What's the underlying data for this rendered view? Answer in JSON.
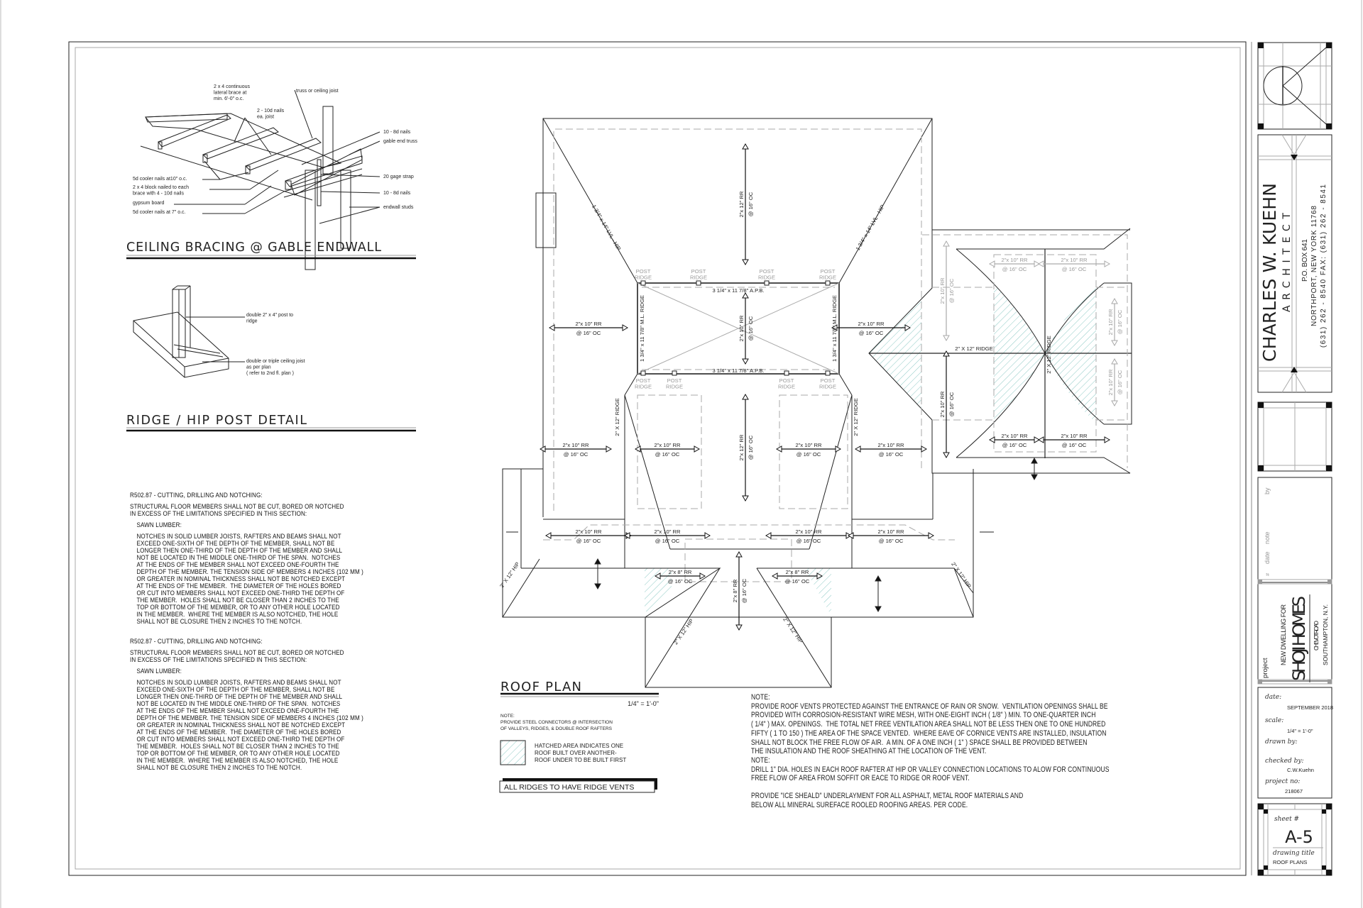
{
  "details": {
    "ceiling_bracing": {
      "title": "CEILING BRACING @ GABLE ENDWALL",
      "callouts": [
        [
          "2 x 4 continuous",
          "lateral brace at",
          "min. 6'-0\" o.c."
        ],
        [
          "truss or ceiling joist"
        ],
        [
          "2 - 10d nails",
          "ea. joist"
        ],
        [
          "10 - 8d nails"
        ],
        [
          "gable end truss"
        ],
        [
          "20 gage strap"
        ],
        [
          "10 - 8d nails"
        ],
        [
          "endwall studs"
        ],
        [
          "5d cooler nails at10\" o.c."
        ],
        [
          "2 x 4 block nailed to each",
          "brace with 4 - 10d nails"
        ],
        [
          "gypsum board"
        ],
        [
          "5d cooler nails at 7\" o.c."
        ]
      ]
    },
    "post_detail": {
      "title": "RIDGE / HIP POST DETAIL",
      "callouts": [
        [
          "double 2\" x 4\" post to",
          "ridge"
        ],
        [
          "double or triple ceiling joist",
          "as per plan",
          "( refer to 2nd fl. plan )"
        ]
      ]
    }
  },
  "code_notes": [
    {
      "heading": "R502.87 - CUTTING, DRILLING AND NOTCHING:",
      "intro": [
        "STRUCTURAL FLOOR MEMBERS SHALL NOT BE CUT, BORED OR NOTCHED",
        "IN EXCESS OF THE LIMITATIONS SPECIFIED IN THIS SECTION:"
      ],
      "subheading": "SAWN LUMBER:",
      "body": [
        "NOTCHES IN SOLID LUMBER JOISTS, RAFTERS AND BEAMS SHALL NOT",
        "EXCEED ONE-SIXTH OF THE DEPTH OF THE MEMBER, SHALL NOT BE",
        "LONGER THEN ONE-THIRD OF THE DEPTH OF THE MEMBER AND SHALL",
        "NOT BE LOCATED IN THE MIDDLE ONE-THIRD OF THE SPAN.  NOTCHES",
        "AT THE ENDS OF THE MEMBER SHALL NOT EXCEED ONE-FOURTH THE",
        "DEPTH OF THE MEMBER. THE TENSION SIDE OF MEMBERS 4 INCHES (102 MM )",
        "OR GREATER IN NOMINAL THICKNESS SHALL NOT BE NOTCHED EXCEPT",
        "AT THE ENDS OF THE MEMBER.  THE DIAMETER OF THE HOLES BORED",
        "OR CUT INTO MEMBERS SHALL NOT EXCEED ONE-THIRD THE DEPTH OF",
        "THE MEMBER.  HOLES SHALL NOT BE CLOSER THAN 2 INCHES TO THE",
        "TOP OR BOTTOM OF THE MEMBER, OR TO ANY OTHER HOLE LOCATED",
        "IN THE MEMBER.  WHERE THE MEMBER IS ALSO NOTCHED, THE HOLE",
        "SHALL NOT BE CLOSURE THEN 2 INCHES TO THE NOTCH."
      ]
    },
    {
      "heading": "R502.87 - CUTTING, DRILLING AND NOTCHING:",
      "intro": [
        "STRUCTURAL FLOOR MEMBERS SHALL NOT BE CUT, BORED OR NOTCHED",
        "IN EXCESS OF THE LIMITATIONS SPECIFIED IN THIS SECTION:"
      ],
      "subheading": "SAWN LUMBER:",
      "body": [
        "NOTCHES IN SOLID LUMBER JOISTS, RAFTERS AND BEAMS SHALL NOT",
        "EXCEED ONE-SIXTH OF THE DEPTH OF THE MEMBER, SHALL NOT BE",
        "LONGER THEN ONE-THIRD OF THE DEPTH OF THE MEMBER AND SHALL",
        "NOT BE LOCATED IN THE MIDDLE ONE-THIRD OF THE SPAN.  NOTCHES",
        "AT THE ENDS OF THE MEMBER SHALL NOT EXCEED ONE-FOURTH THE",
        "DEPTH OF THE MEMBER. THE TENSION SIDE OF MEMBERS 4 INCHES (102 MM )",
        "OR GREATER IN NOMINAL THICKNESS SHALL NOT BE NOTCHED EXCEPT",
        "AT THE ENDS OF THE MEMBER.  THE DIAMETER OF THE HOLES BORED",
        "OR CUT INTO MEMBERS SHALL NOT EXCEED ONE-THIRD THE DEPTH OF",
        "THE MEMBER.  HOLES SHALL NOT BE CLOSER THAN 2 INCHES TO THE",
        "TOP OR BOTTOM OF THE MEMBER, OR TO ANY OTHER HOLE LOCATED",
        "IN THE MEMBER.  WHERE THE MEMBER IS ALSO NOTCHED, THE HOLE",
        "SHALL NOT BE CLOSURE THEN 2 INCHES TO THE NOTCH."
      ]
    }
  ],
  "roof_plan": {
    "title": "ROOF PLAN",
    "scale": "1/4\" = 1'-0\"",
    "note_label": "NOTE:",
    "note_lines": [
      "PROVIDE STEEL CONNECTORS @ INTERSECTION",
      "OF VALLEYS, RIDGES, & DOUBLE ROOF RAFTERS"
    ],
    "hatch_legend": [
      "HATCHED AREA INDICATES ONE",
      "ROOF BUILT OVER ANOTHER-",
      "ROOF UNDER TO BE BUILT FIRST"
    ],
    "ridge_vents": "ALL RIDGES TO HAVE RIDGE VENTS",
    "hatch_color": "#8cc9c4",
    "rafter_labels": [
      {
        "size": "2\"x 10\" RR",
        "spacing": "@ 16\" OC"
      },
      {
        "size": "2\"x 10\" RR",
        "spacing": "@ 16\" OC"
      },
      {
        "size": "2\"x 12\" RR",
        "spacing": "@ 16\" OC"
      },
      {
        "size": "2\"x 10\" RR",
        "spacing": "@ 16\" OC"
      },
      {
        "size": "2\"x 12\" RR",
        "spacing": "@ 16\" OC"
      },
      {
        "size": "2\"x 10\" RR",
        "spacing": "@ 16\" OC"
      },
      {
        "size": "2\"x 10\" RR",
        "spacing": "@ 16\" OC"
      },
      {
        "size": "2\"x 10\" RR",
        "spacing": "@ 16\" OC"
      },
      {
        "size": "2\"x 10\" RR",
        "spacing": "@ 16\" OC"
      },
      {
        "size": "2\"x 10\" RR",
        "spacing": "@ 16\" OC"
      },
      {
        "size": "2\"x 10\" RR",
        "spacing": "@ 16\" OC"
      },
      {
        "size": "2\"x 10\" RR",
        "spacing": "@ 16\" OC"
      },
      {
        "size": "2\"x 10\" RR",
        "spacing": "@ 16\" OC"
      },
      {
        "size": "2\"x 8\" RR",
        "spacing": "@ 16\" OC"
      },
      {
        "size": "2\"x 8\" RR",
        "spacing": "@ 16\" OC"
      },
      {
        "size": "2\"x 8\" RR",
        "spacing": "@ 16\" OC"
      },
      {
        "size": "2\"x 10\" RR",
        "spacing": "@ 16\" OC"
      },
      {
        "size": "2\"x 10\" RR",
        "spacing": "@ 16\" OC"
      },
      {
        "size": "2\"x 10\" RR",
        "spacing": "@ 16\" OC"
      },
      {
        "size": "2\"x 10\" RR",
        "spacing": "@ 16\" OC"
      },
      {
        "size": "2\"x 10\" RR",
        "spacing": "@ 16\" OC"
      },
      {
        "size": "2\"x 10\" RR",
        "spacing": "@ 16\" OC"
      },
      {
        "size": "2\"x 10\" RR",
        "spacing": "@ 16\" OC"
      },
      {
        "size": "2\"x 10\" RR",
        "spacing": "@ 16\" OC"
      }
    ],
    "member_labels": [
      "3 1/4\" x 11 7/8\" A.P.B.",
      "3 1/4\" x 11 7/8\" A.P.B.",
      "1 3/4\" x 11 7/8\" M.L. RIDGE",
      "1 3/4\" x 11 7/8\" M.L. RIDGE",
      "1 3/4\" x 14\" LVL - HIP",
      "1 3/4\" x 14\" LVL - HIP",
      "2\" X 12\" RIDGE",
      "2\" X 12\" RIDGE",
      "2\" X 12\" RIDGE",
      "2\" X 12\" RIDGE",
      "2\" X 12\" HIP",
      "2\" X 12\" HIP",
      "2\" X 12\" HIP",
      "2\" X 12\" HIP"
    ],
    "post_labels": [
      {
        "a": "POST",
        "b": "RIDGE"
      },
      {
        "a": "POST",
        "b": "RIDGE"
      },
      {
        "a": "POST",
        "b": "RIDGE"
      },
      {
        "a": "POST",
        "b": "RIDGE"
      },
      {
        "a": "POST",
        "b": "RIDGE"
      },
      {
        "a": "POST",
        "b": "RIDGE"
      },
      {
        "a": "POST",
        "b": "RIDGE"
      },
      {
        "a": "POST",
        "b": "RIDGE"
      }
    ]
  },
  "general_notes": [
    "NOTE:",
    "PROVIDE ROOF VENTS PROTECTED AGAINST THE ENTRANCE OF RAIN OR SNOW.  VENTILATION OPENINGS SHALL BE",
    "PROVIDED WITH CORROSION-RESISTANT WIRE MESH, WITH ONE-EIGHT INCH ( 1/8\" ) MIN. TO ONE-QUARTER INCH",
    "( 1/4\" ) MAX. OPENINGS.  THE TOTAL NET FREE VENTILATION AREA SHALL NOT BE LESS THEN ONE TO ONE HUNDRED",
    "FIFTY ( 1 TO 150 ) THE AREA OF THE SPACE VENTED.  WHERE EAVE OF CORNICE VENTS ARE INSTALLED, INSULATION",
    "SHALL NOT BLOCK THE FREE FLOW OF AIR.  A MIN. OF A ONE INCH ( 1\" ) SPACE SHALL BE PROVIDED BETWEEN",
    "THE INSULATION AND THE ROOF SHEATHING AT THE LOCATION OF THE VENT.",
    "NOTE:",
    "DRILL 1\" DIA. HOLES IN EACH ROOF RAFTER AT HIP OR VALLEY CONNECTION LOCATIONS TO ALOW FOR CONTINUOUS",
    "FREE FLOW OF AREA FROM SOFFIT OR EACE TO RIDGE OR ROOF VENT.",
    "",
    "PROVIDE \"ICE SHEALD\" UNDERLAYMENT FOR ALL ASPHALT, METAL ROOF MATERIALS AND",
    "BELOW ALL MINERAL SUREFACE ROOLED ROOFING AREAS. PER CODE."
  ],
  "title_block": {
    "architect_name": "CHARLES W. KUEHN",
    "architect_title": "ARCHITECT",
    "address": [
      "P.O. BOX 641",
      "NORTHPORT, NEW YORK  11768",
      "(631) 262 - 8540  FAX: (631) 262 - 8541"
    ],
    "revision_headers": [
      "#",
      "date",
      "note",
      "by"
    ],
    "project_label": "project",
    "project_prefix": "NEW DWELLING FOR",
    "project_name": "SHOJI HOMES",
    "project_address": [
      "CHEVOT ROAD",
      "SOUTHAMPTON, N.Y."
    ],
    "date_label": "date:",
    "date": "SEPTEMBER 2018",
    "scale_label": "scale:",
    "scale": "1/4\" = 1'-0\"",
    "drawn_by_label": "drawn by:",
    "checked_by_label": "checked by:",
    "checked_by": "C.W.Kuehn",
    "project_no_label": "project no:",
    "project_no": "218067",
    "sheet_label": "sheet #",
    "sheet_no": "A-5",
    "drawing_title_label": "drawing title",
    "drawing_title": "ROOF PLANS"
  }
}
